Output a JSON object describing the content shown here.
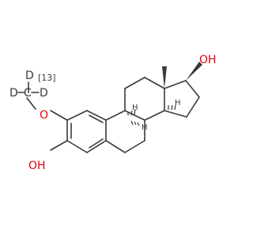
{
  "molecule": {
    "atoms": {
      "oh_top": "OH",
      "oh_bottom": "OH",
      "o_ether": "O",
      "c_label": "C",
      "isotope": "[13]",
      "d1": "D",
      "d2": "D",
      "d3": "D",
      "h_c9": "H",
      "h_c8": "H",
      "h_c14": "H"
    },
    "colors": {
      "bond": "#3a3a3a",
      "heteroatom": "#e8000b",
      "carbon_label": "#3a3a3a"
    }
  }
}
